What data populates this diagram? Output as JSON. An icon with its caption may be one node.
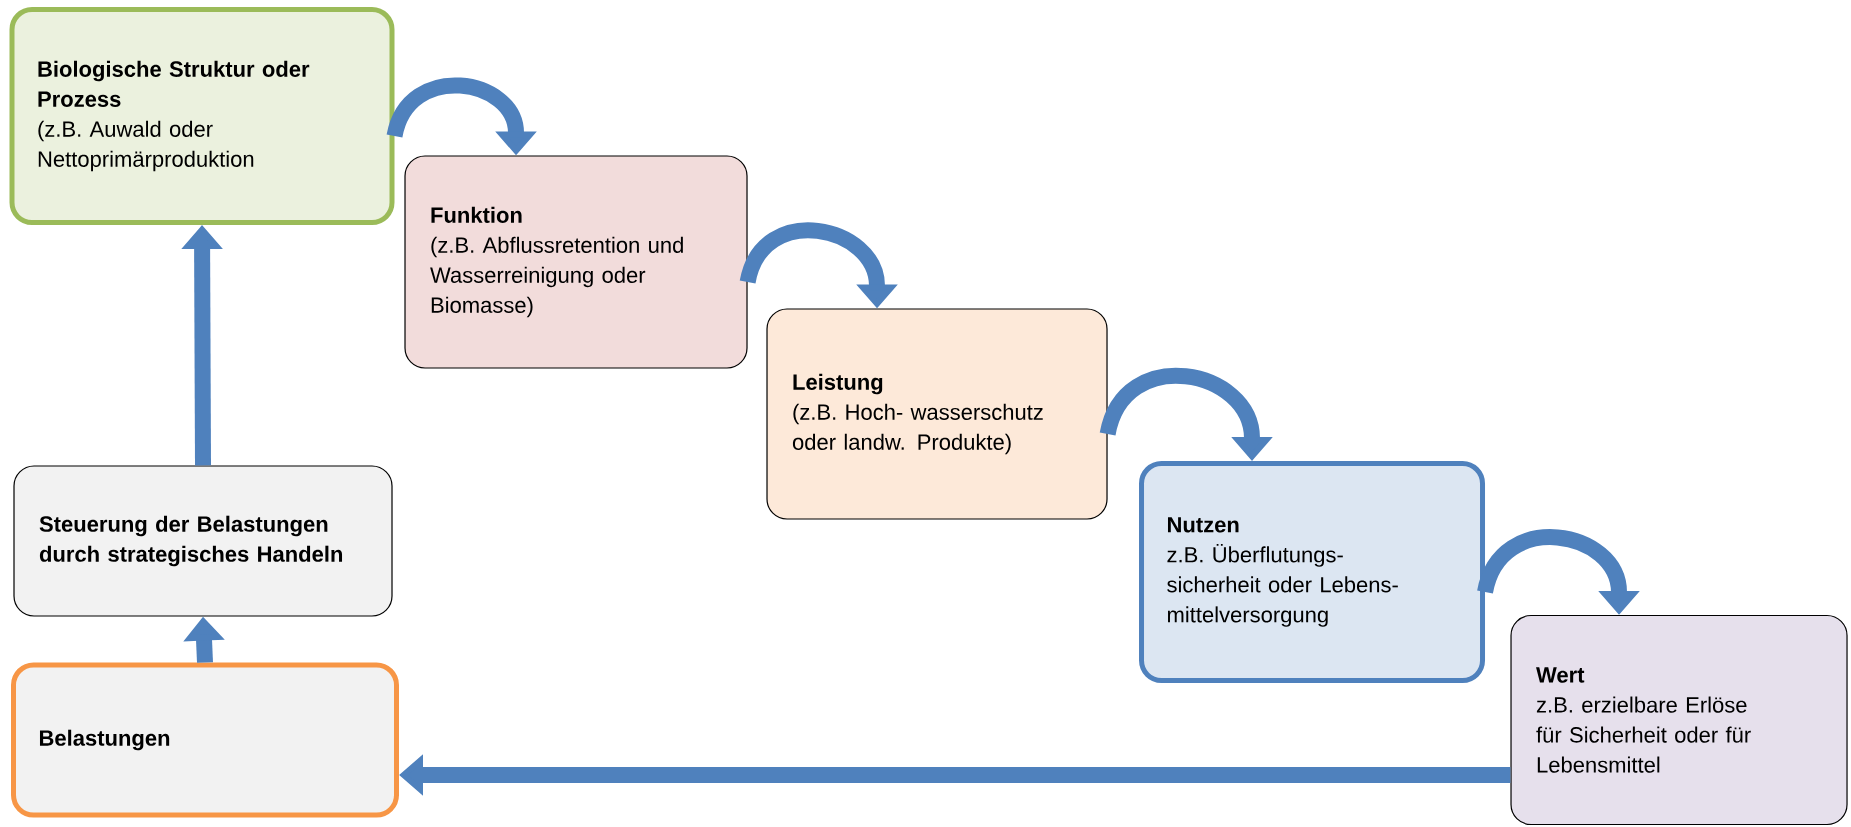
{
  "diagram": {
    "nodes": [
      {
        "text": [
          "Biologische Struktur oder Prozess",
          "(z.B. Auwald oder Nettoprimärproduktion"
        ]
      },
      {
        "text": [
          "Funktion",
          "(z.B. Abflussretention und Wasserreinigung oder Biomasse)"
        ]
      },
      {
        "text": [
          "Leistung",
          "(z.B. Hoch- wasserschutz oder landw. Produkte)"
        ]
      },
      {
        "text": [
          "Nutzen",
          "z.B. Überflutungs- sicherheit oder Lebens- mittelversorgung"
        ]
      },
      {
        "text": [
          "Wert",
          "z.B. erzielbare Erlöse für Sicherheit oder für Lebensmittel"
        ]
      },
      {
        "text": [
          "Steuerung der Belastungen durch strategisches Handeln"
        ]
      },
      {
        "text": [
          "Belastungen"
        ]
      }
    ],
    "edges": [
      {
        "from": 0,
        "to": 1,
        "arrow": "to"
      },
      {
        "from": 1,
        "to": 2,
        "arrow": "to"
      },
      {
        "from": 2,
        "to": 3,
        "arrow": "to"
      },
      {
        "from": 3,
        "to": 4,
        "arrow": "to"
      },
      {
        "from": 4,
        "to": 6,
        "arrow": "to"
      },
      {
        "from": 6,
        "to": 5,
        "arrow": "to"
      },
      {
        "from": 5,
        "to": 0,
        "arrow": "to"
      }
    ]
  }
}
